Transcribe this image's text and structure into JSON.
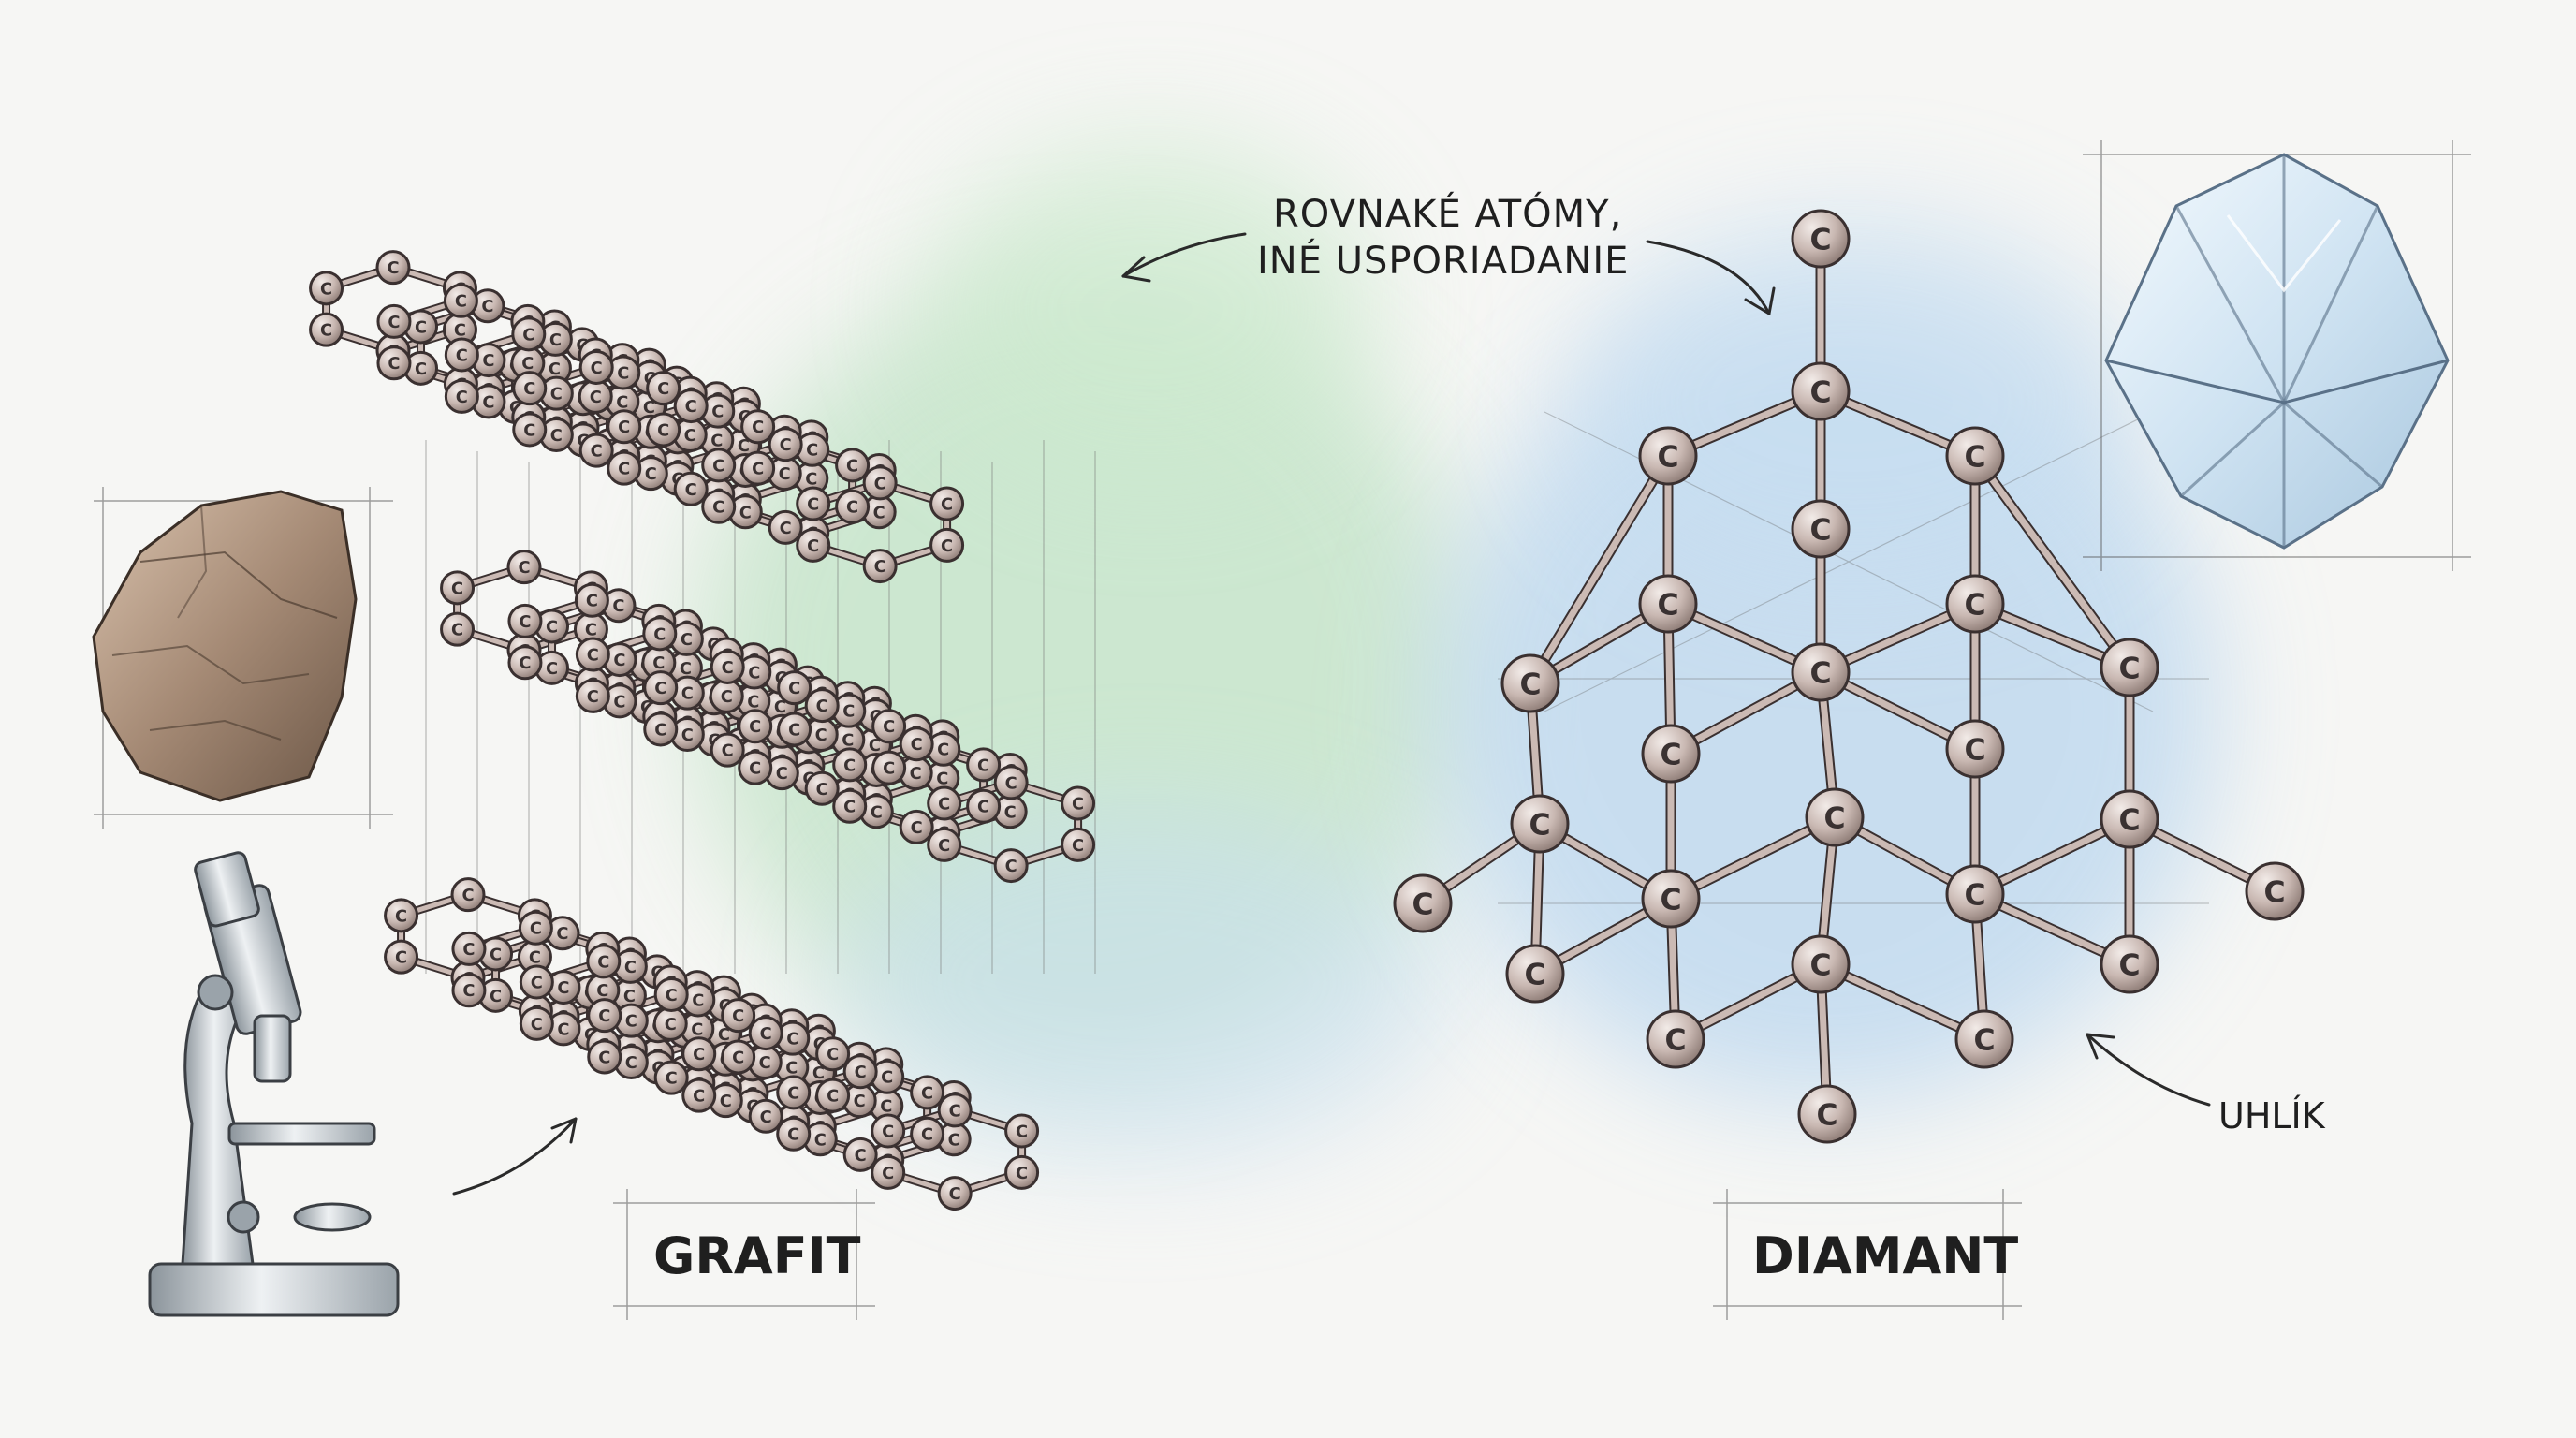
{
  "labels": {
    "annotation_line1": "ROVNAKÉ ATÓMY,",
    "annotation_line2": "INÉ USPORIADANIE",
    "graphite": "GRAFIT",
    "diamond": "DIAMANT",
    "carbon": "UHLÍK",
    "atom_symbol": "C"
  },
  "colors": {
    "atom_fill": "#cdbdb7",
    "atom_stroke": "#3a3030",
    "bond": "#8c7a74",
    "green_wash": "#b9dfc0",
    "blue_wash": "#bcd7ee",
    "paper": "#f6f6f4",
    "ink": "#1f1f1f"
  },
  "icons": [
    "graphite-rock-icon",
    "microscope-icon",
    "diamond-crystal-icon"
  ]
}
